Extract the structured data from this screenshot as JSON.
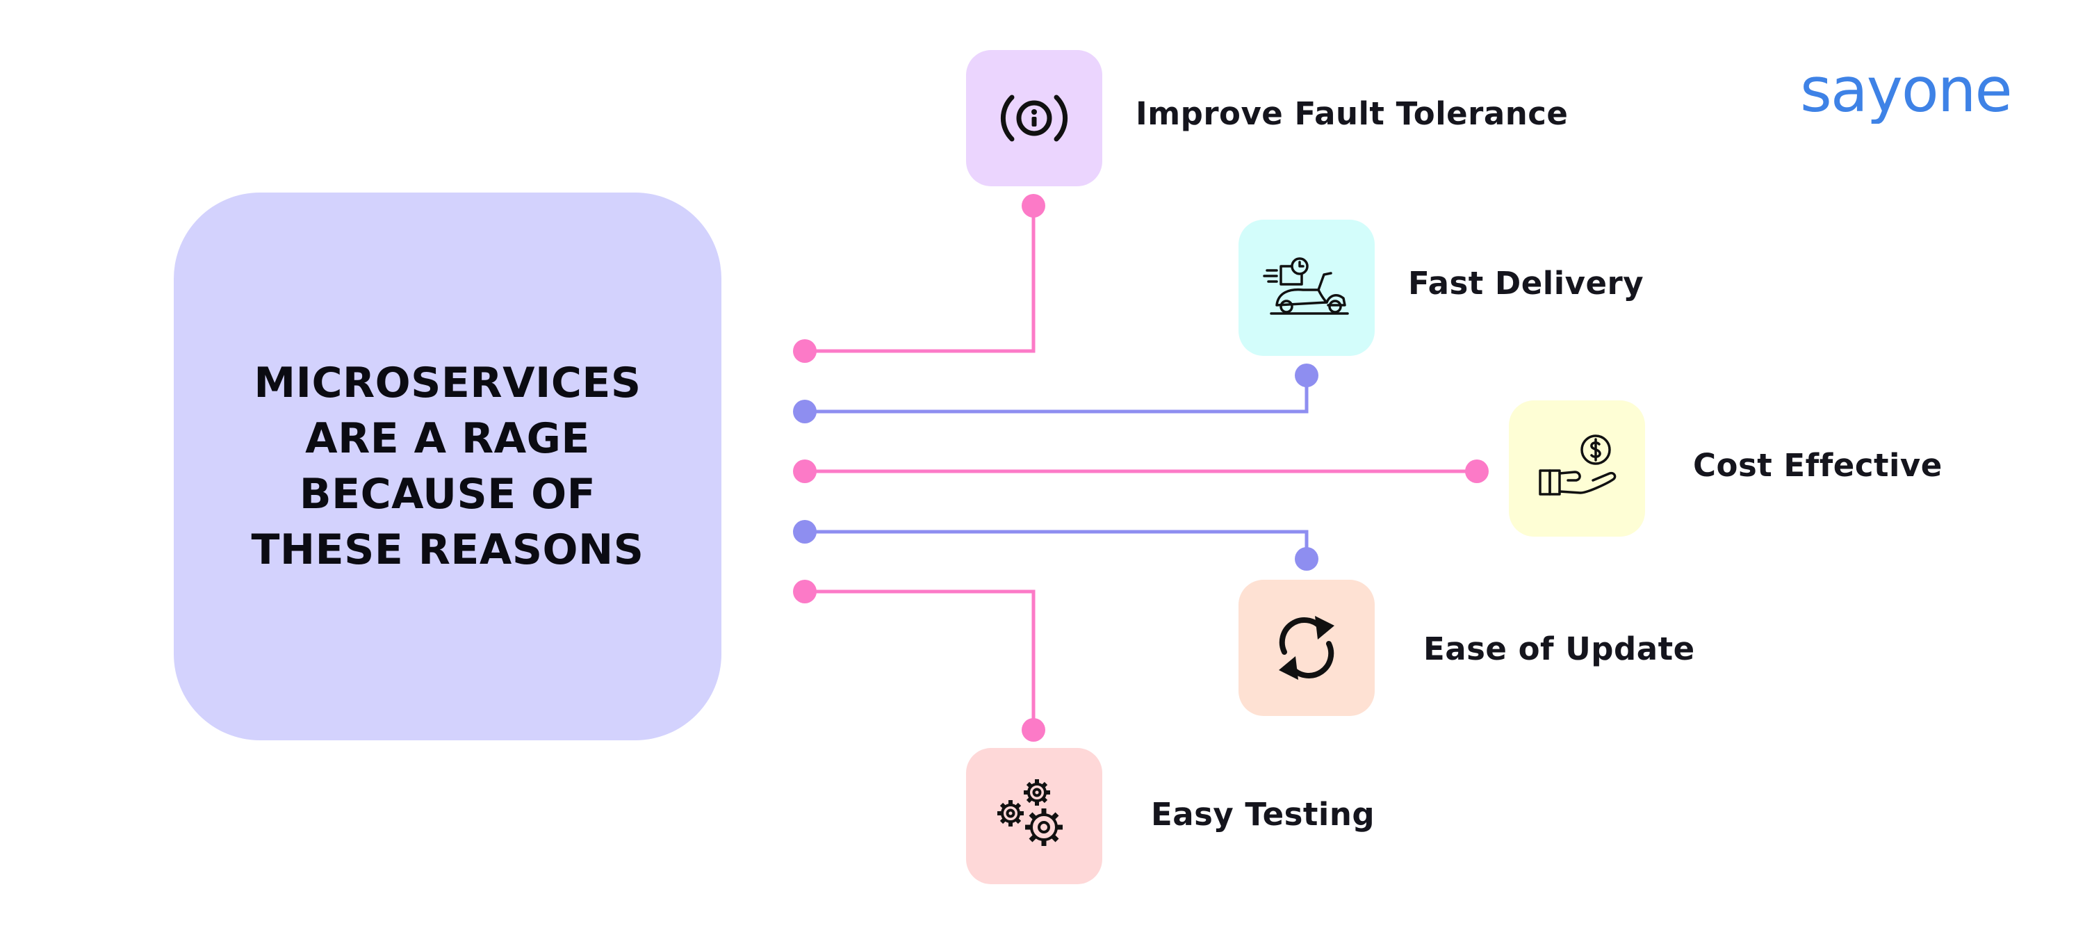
{
  "title": {
    "lines": [
      "MICROSERVICES",
      "ARE A RAGE",
      "BECAUSE OF",
      "THESE REASONS"
    ]
  },
  "reasons": [
    {
      "label": "Improve Fault Tolerance",
      "icon": "info-broadcast-icon",
      "tile_color": "#ebd5fe",
      "line_color": "#fc7ac7"
    },
    {
      "label": "Fast Delivery",
      "icon": "delivery-scooter-icon",
      "tile_color": "#d3fdfb",
      "line_color": "#8e8ef0"
    },
    {
      "label": "Cost Effective",
      "icon": "hand-coin-icon",
      "tile_color": "#fefed5",
      "line_color": "#fc7ac7"
    },
    {
      "label": "Ease of Update",
      "icon": "refresh-arrows-icon",
      "tile_color": "#fee1d3",
      "line_color": "#8e8ef0"
    },
    {
      "label": "Easy Testing",
      "icon": "gears-icon",
      "tile_color": "#fed8d8",
      "line_color": "#fc7ac7"
    }
  ],
  "brand": {
    "logo_text": "sayone",
    "logo_color": "#3e82e6",
    "logo_accent": "#f04a3a"
  },
  "colors": {
    "main_box": "#d3d2fd",
    "pink": "#fc7ac7",
    "purple": "#8e8ef0"
  }
}
